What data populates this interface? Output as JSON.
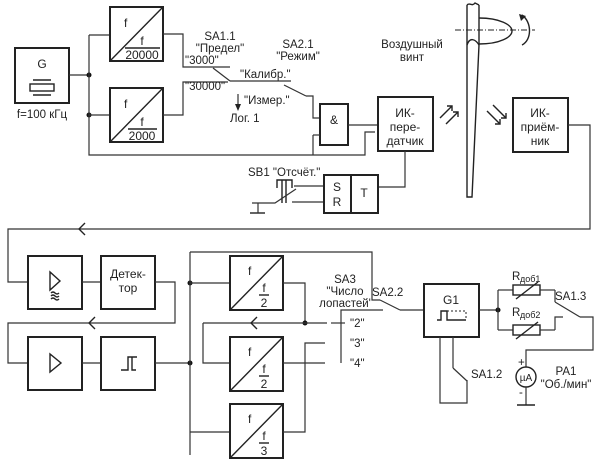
{
  "generator": {
    "label": "G",
    "freq": "f=100 кГц"
  },
  "divider_20000": {
    "top": "f",
    "num": "f",
    "den": "20000"
  },
  "divider_2000": {
    "top": "f",
    "num": "f",
    "den": "2000"
  },
  "sa1_1": {
    "name": "SA1.1",
    "title": "\"Предел\"",
    "opt1": "\"3000\"",
    "opt2": "\"30000\""
  },
  "sa2_1": {
    "name": "SA2.1",
    "title": "\"Режим\"",
    "opt1": "\"Калибр.\"",
    "opt2": "\"Измер.\"",
    "log": "Лог. 1"
  },
  "and_gate": {
    "label": "&"
  },
  "ir_tx": {
    "l1": "ИК-",
    "l2": "пере-",
    "l3": "датчик"
  },
  "ir_rx": {
    "l1": "ИК-",
    "l2": "приём-",
    "l3": "ник"
  },
  "propeller": {
    "l1": "Воздушный",
    "l2": "винт"
  },
  "sb1": {
    "name": "SB1 \"Отсчёт.\""
  },
  "trigger": {
    "s": "S",
    "r": "R",
    "t": "T"
  },
  "detector": {
    "l1": "Детек-",
    "l2": "тор"
  },
  "div2a": {
    "top": "f",
    "num": "f",
    "den": "2"
  },
  "div2b": {
    "top": "f",
    "num": "f",
    "den": "2"
  },
  "div3": {
    "top": "f",
    "num": "f",
    "den": "3"
  },
  "sa3": {
    "name": "SA3",
    "l1": "\"Число",
    "l2": "лопастей'",
    "o2": "\"2\"",
    "o3": "\"3\"",
    "o4": "\"4\""
  },
  "sa2_2": {
    "name": "SA2.2"
  },
  "g1": {
    "label": "G1"
  },
  "sa1_2": {
    "name": "SA1.2"
  },
  "sa1_3": {
    "name": "SA1.3"
  },
  "r1": {
    "r": "R",
    "sub": "доб1"
  },
  "r2": {
    "r": "R",
    "sub": "доб2"
  },
  "meter": {
    "sym": "µA",
    "name": "PA1",
    "title": "\"Об./мин\"",
    "plus": "+",
    "minus": "-"
  }
}
